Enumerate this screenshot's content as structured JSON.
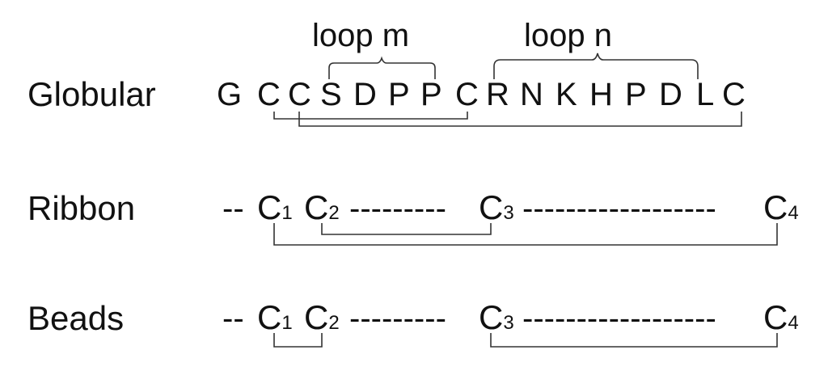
{
  "labels": {
    "globular": "Globular",
    "ribbon": "Ribbon",
    "beads": "Beads"
  },
  "loops": {
    "m": "loop m",
    "n": "loop n"
  },
  "globular_sequence": [
    "G",
    "C",
    "C",
    "S",
    "D",
    "P",
    "P",
    "C",
    "R",
    "N",
    "K",
    "H",
    "P",
    "D",
    "L",
    "C"
  ],
  "cysteine": {
    "letter": "C",
    "subscripts": [
      "1",
      "2",
      "3",
      "4"
    ]
  },
  "dashes": {
    "lead": "--",
    "short": "---------",
    "long": "------------------"
  }
}
